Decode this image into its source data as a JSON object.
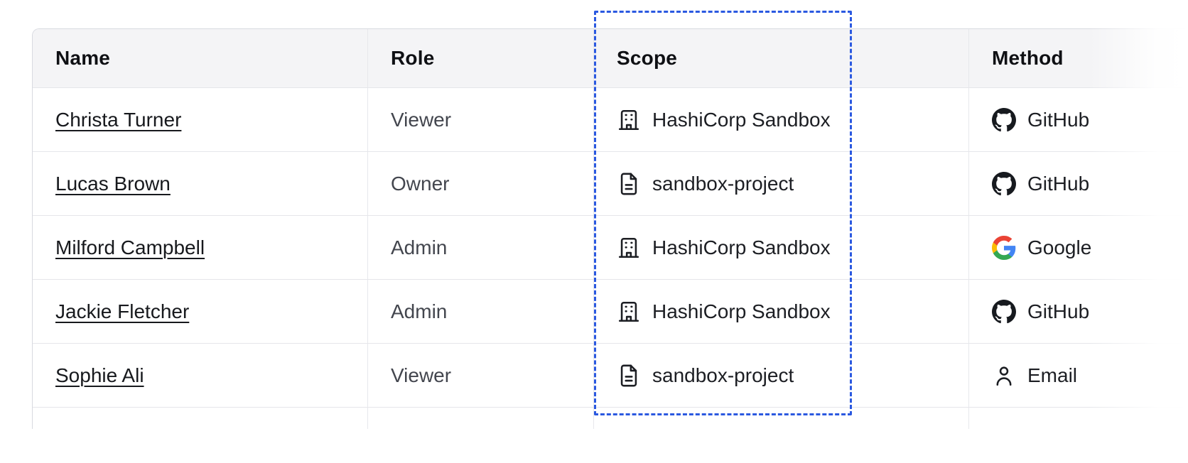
{
  "table": {
    "columns": [
      {
        "id": "name",
        "label": "Name"
      },
      {
        "id": "role",
        "label": "Role"
      },
      {
        "id": "scope",
        "label": "Scope"
      },
      {
        "id": "method",
        "label": "Method"
      }
    ],
    "rows": [
      {
        "name": "Christa Turner",
        "role": "Viewer",
        "scope": "HashiCorp Sandbox",
        "scope_icon": "organization-icon",
        "method": "GitHub",
        "method_icon": "github-icon"
      },
      {
        "name": "Lucas Brown",
        "role": "Owner",
        "scope": "sandbox-project",
        "scope_icon": "project-icon",
        "method": "GitHub",
        "method_icon": "github-icon"
      },
      {
        "name": "Milford Campbell",
        "role": "Admin",
        "scope": "HashiCorp Sandbox",
        "scope_icon": "organization-icon",
        "method": "Google",
        "method_icon": "google-icon"
      },
      {
        "name": "Jackie Fletcher",
        "role": "Admin",
        "scope": "HashiCorp Sandbox",
        "scope_icon": "organization-icon",
        "method": "GitHub",
        "method_icon": "github-icon"
      },
      {
        "name": "Sophie Ali",
        "role": "Viewer",
        "scope": "sandbox-project",
        "scope_icon": "project-icon",
        "method": "Email",
        "method_icon": "person-icon"
      }
    ]
  },
  "annotation": {
    "type": "dashed-highlight",
    "target": "scope-column",
    "color": "#2b59e0"
  },
  "colors": {
    "header_background": "#f4f4f6",
    "row_border": "#e5e6ea",
    "text_primary": "#1c1e23",
    "text_secondary": "#43464e",
    "google_blue": "#4285F4",
    "google_green": "#34A853",
    "google_yellow": "#FBBC05",
    "google_red": "#EA4335"
  }
}
